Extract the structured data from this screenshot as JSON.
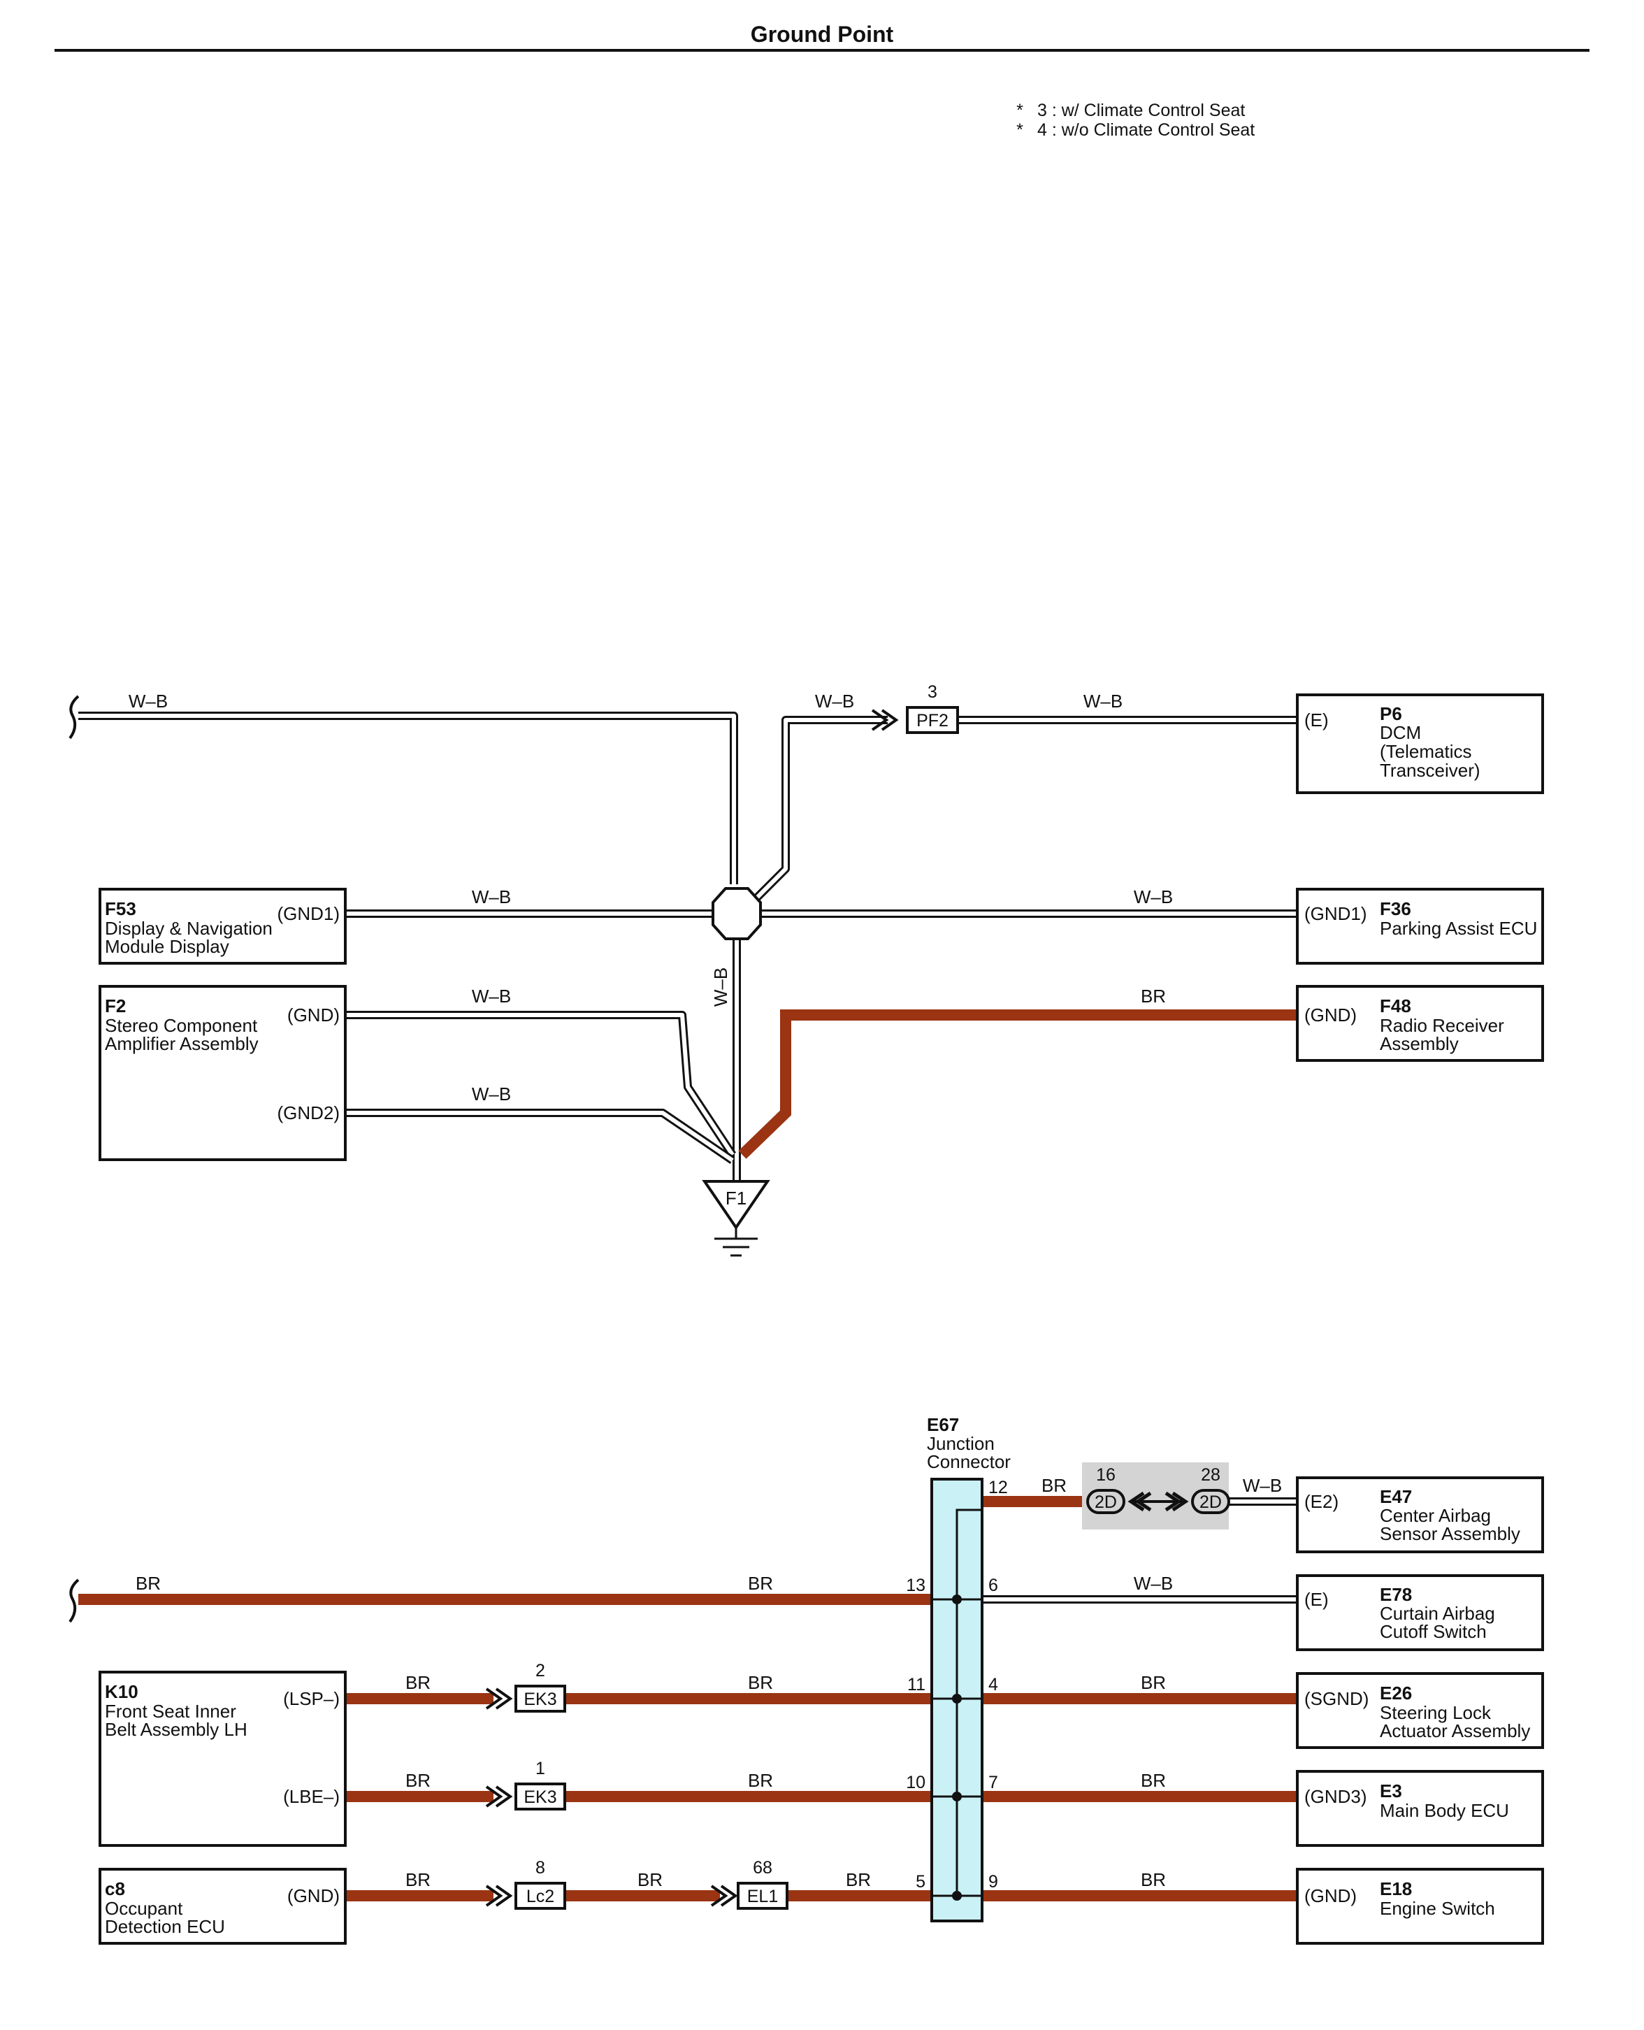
{
  "page": {
    "title": "Ground Point"
  },
  "notes": [
    {
      "mark": "*",
      "text": "3 : w/ Climate Control Seat"
    },
    {
      "mark": "*",
      "text": "4 : w/o Climate Control Seat"
    }
  ],
  "ground": {
    "id": "F1"
  },
  "components": {
    "f53": {
      "id": "F53",
      "name": [
        "Display & Navigation",
        "Module Display"
      ],
      "terminals": [
        "(GND1)"
      ]
    },
    "f2": {
      "id": "F2",
      "name": [
        "Stereo Component",
        "Amplifier Assembly"
      ],
      "terminals": [
        "(GND)",
        "(GND2)"
      ]
    },
    "p6": {
      "id": "P6",
      "name": [
        "DCM",
        "(Telematics",
        " Transceiver)"
      ],
      "terminals": [
        "(E)"
      ]
    },
    "f36": {
      "id": "F36",
      "name": [
        "Parking Assist ECU"
      ],
      "terminals": [
        "(GND1)"
      ]
    },
    "f48": {
      "id": "F48",
      "name": [
        "Radio Receiver",
        "Assembly"
      ],
      "terminals": [
        "(GND)"
      ]
    },
    "k10": {
      "id": "K10",
      "name": [
        "Front Seat Inner",
        "Belt Assembly LH"
      ],
      "terminals": [
        "(LSP–)",
        "(LBE–)"
      ]
    },
    "c8": {
      "id": "c8",
      "name": [
        "Occupant",
        "Detection ECU"
      ],
      "terminals": [
        "(GND)"
      ]
    },
    "e47": {
      "id": "E47",
      "name": [
        "Center Airbag",
        "Sensor Assembly"
      ],
      "terminals": [
        "(E2)"
      ]
    },
    "e78": {
      "id": "E78",
      "name": [
        "Curtain Airbag",
        "Cutoff Switch"
      ],
      "terminals": [
        "(E)"
      ]
    },
    "e26": {
      "id": "E26",
      "name": [
        "Steering Lock",
        "Actuator Assembly"
      ],
      "terminals": [
        "(SGND)"
      ]
    },
    "e3": {
      "id": "E3",
      "name": [
        "Main Body ECU"
      ],
      "terminals": [
        "(GND3)"
      ]
    },
    "e18": {
      "id": "E18",
      "name": [
        "Engine Switch"
      ],
      "terminals": [
        "(GND)"
      ]
    }
  },
  "junction": {
    "id": "E67",
    "name": [
      "Junction",
      "Connector"
    ],
    "left_pins": [
      "13",
      "11",
      "10",
      "5"
    ],
    "right_pins": [
      "12",
      "6",
      "4",
      "7",
      "9"
    ]
  },
  "inline_connectors": {
    "pf2": {
      "code": "PF2",
      "pin": "3"
    },
    "ek3a": {
      "code": "EK3",
      "pin": "2"
    },
    "ek3b": {
      "code": "EK3",
      "pin": "1"
    },
    "lc2": {
      "code": "Lc2",
      "pin": "8"
    },
    "el1": {
      "code": "EL1",
      "pin": "68"
    },
    "j2d_left": {
      "code": "2D",
      "pin": "16"
    },
    "j2d_right": {
      "code": "2D",
      "pin": "28"
    }
  },
  "wire_labels": {
    "wb": "W–B",
    "br": "BR"
  },
  "colors": {
    "wire_br": "#9a3412",
    "wire_wb_outline": "#111111",
    "junction_fill": "#c9f1f6",
    "shade": "#d4d4d4"
  }
}
